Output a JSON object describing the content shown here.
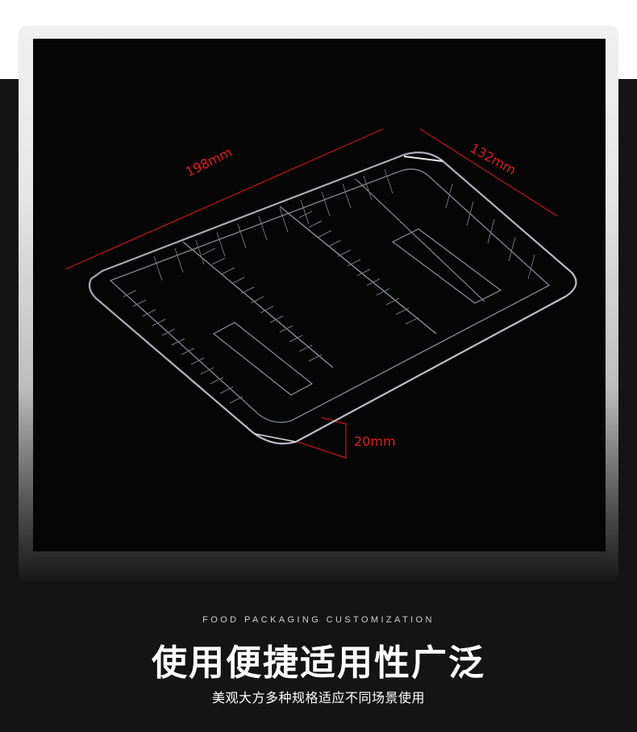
{
  "image": {
    "subject": "transparent-plastic-food-tray",
    "dimensions": {
      "length_label": "198mm",
      "width_label": "132mm",
      "height_label": "20mm"
    },
    "accent_color": "#e11b1b"
  },
  "caption": {
    "subtitle_en": "FOOD PACKAGING CUSTOMIZATION",
    "title_cn": "使用便捷适用性广泛",
    "description_cn": "美观大方多种规格适应不同场景使用"
  },
  "colors": {
    "background": "#141414",
    "photo_background": "#050505",
    "text": "#ffffff"
  }
}
